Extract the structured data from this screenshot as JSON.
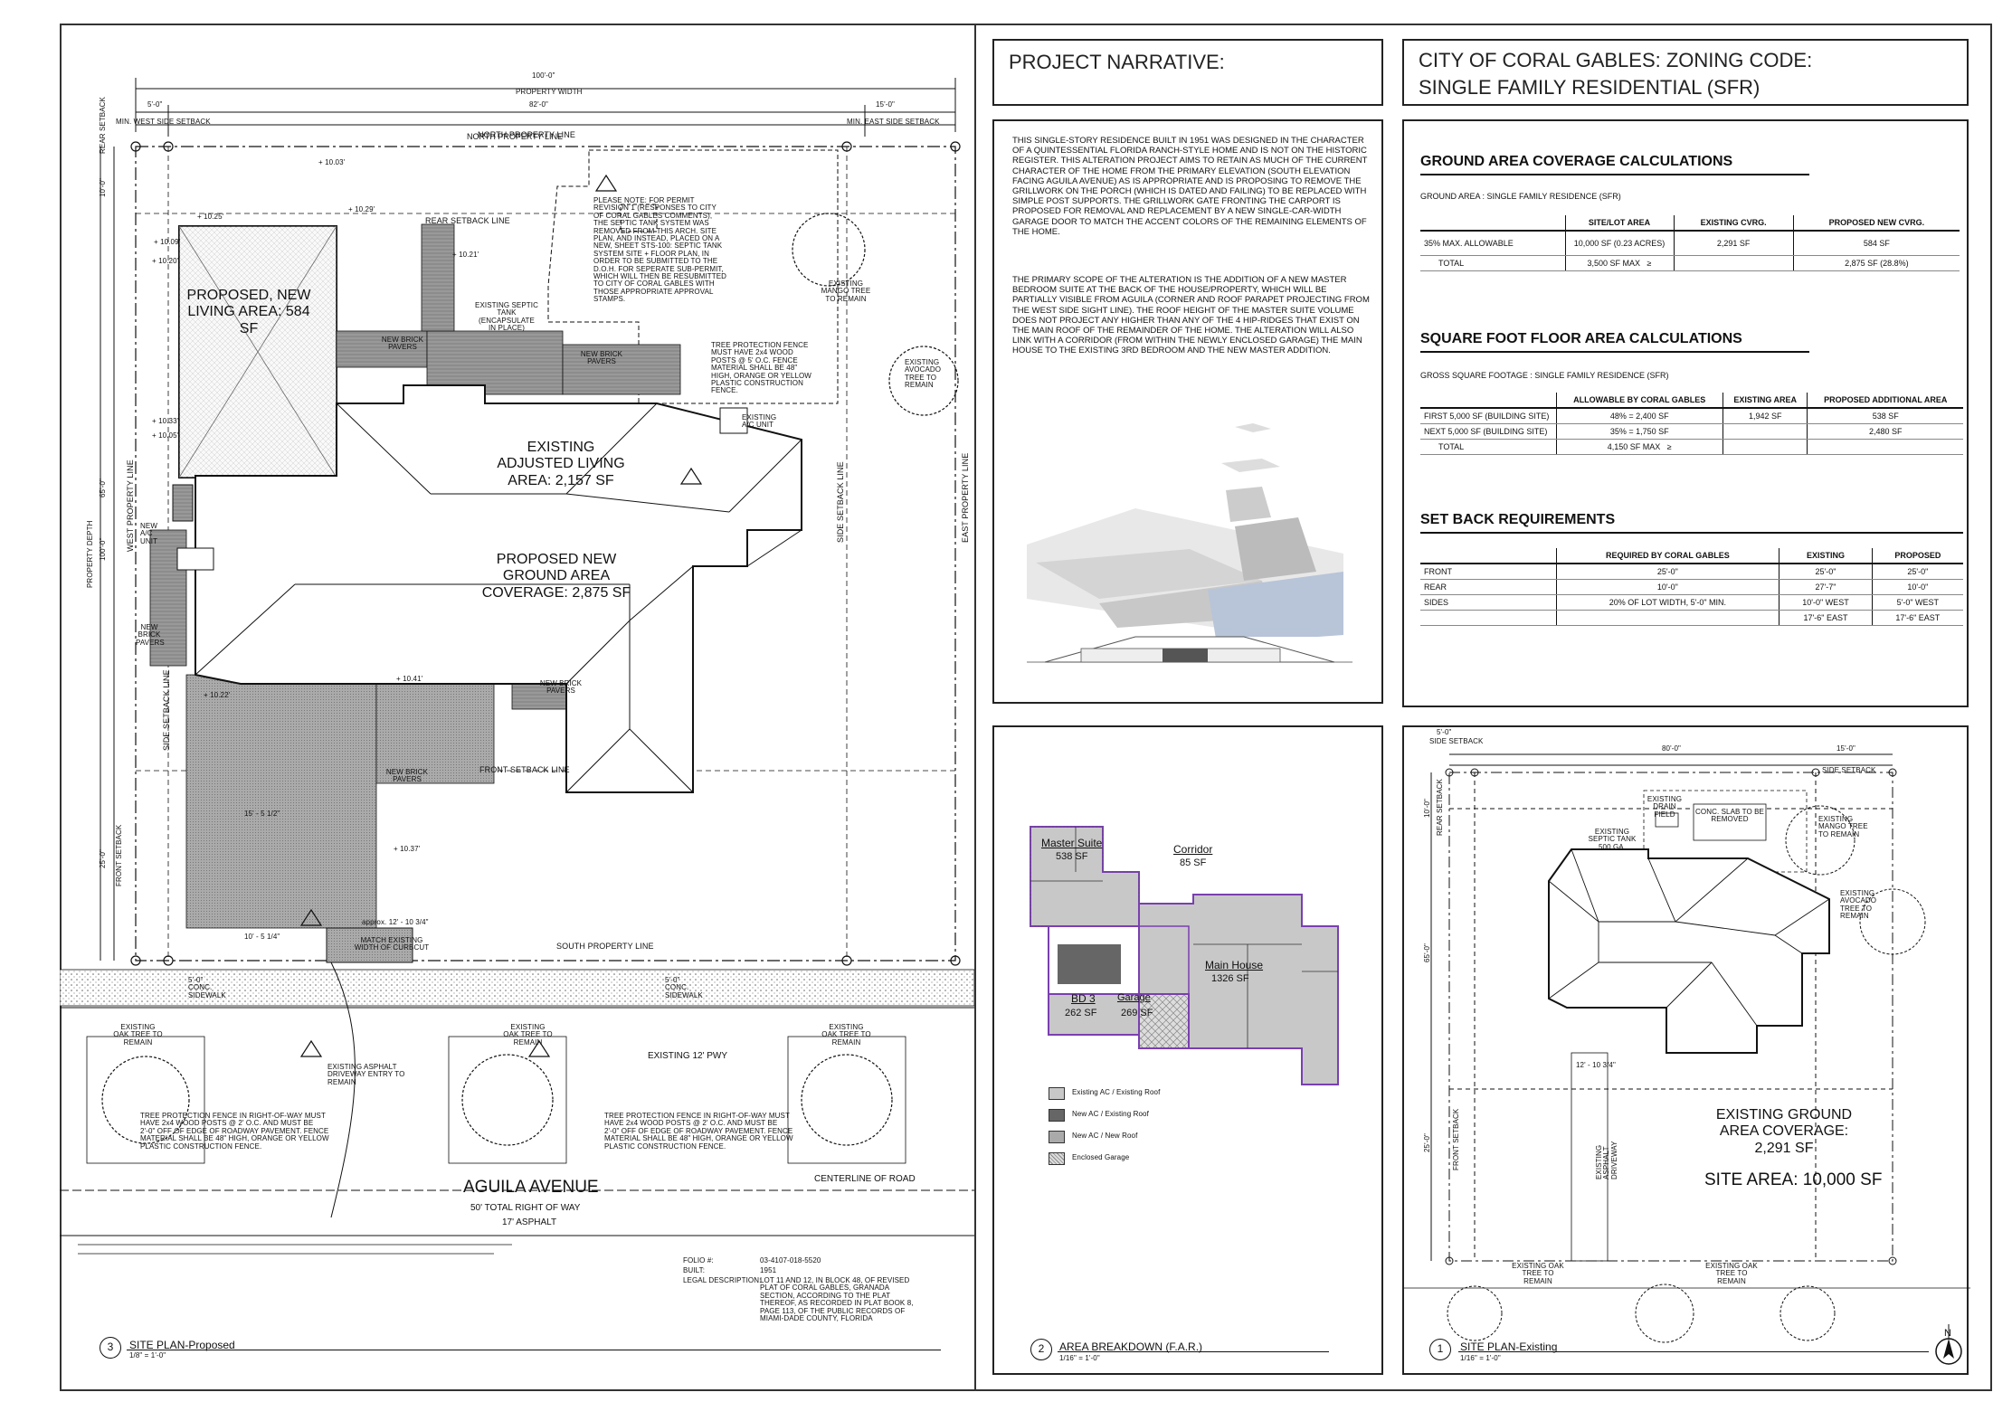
{
  "site_plan_proposed": {
    "title": "SITE PLAN-Proposed",
    "number": "3",
    "scale": "1/8\" = 1'-0\"",
    "labels": {
      "property_width_dim": "100'-0\"",
      "property_width": "PROPERTY WIDTH",
      "dim_left": "5'-0\"",
      "dim_mid": "82'-0\"",
      "dim_right": "15'-0\"",
      "min_west_setback": "MIN. WEST SIDE SETBACK",
      "min_east_setback": "MIN. EAST SIDE SETBACK",
      "north_line": "NORTH PROPERTY LINE",
      "rear_setback_line": "REAR SETBACK LINE",
      "rear_setback": "REAR SETBACK",
      "rear_dim": "10'-0\"",
      "west_line": "WEST PROPERTY LINE",
      "east_line": "EAST PROPERTY LINE",
      "side_setback_line_east": "SIDE SETBACK LINE",
      "side_setback_line_west": "SIDE SETBACK LINE",
      "property_depth": "PROPERTY DEPTH",
      "depth_dim": "100'-0\"",
      "mid_dim": "65'-0\"",
      "front_dim": "25'-0\"",
      "front_setback": "FRONT SETBACK",
      "front_setback_line": "FRONT SETBACK LINE",
      "south_line": "SOUTH PROPERTY LINE",
      "proposed_living": "PROPOSED, NEW LIVING AREA:  584 SF",
      "existing_adjusted": "EXISTING ADJUSTED LIVING AREA:  2,157 SF",
      "proposed_coverage": "PROPOSED NEW GROUND AREA COVERAGE: 2,875 SF",
      "new_brick_pavers": "NEW BRICK PAVERS",
      "new_ac_unit": "NEW A/C UNIT",
      "existing_ac_unit": "EXISTING A/C UNIT",
      "septic": "EXISTING SEPTIC TANK (ENCAPSULATE IN PLACE)",
      "mango": "EXISTING MANGO TREE TO REMAIN",
      "avocado": "EXISTING AVOCADO TREE TO REMAIN",
      "permit_note": "PLEASE NOTE: FOR PERMIT REVISION 1 (RESPONSES TO CITY OF CORAL GABLES COMMENTS), THE SEPTIC TANK SYSTEM WAS REMOVED FROM THIS ARCH. SITE PLAN, AND INSTEAD, PLACED ON A NEW, SHEET STS-100: SEPTIC TANK SYSTEM SITE + FLOOR PLAN, IN ORDER TO BE SUBMITTED TO THE D.O.H. FOR SEPERATE SUB-PERMIT, WHICH WILL THEN BE RESUBMITTED TO CITY OF CORAL GABLES WITH THOSE APPROPRIATE APPROVAL STAMPS.",
      "tree_fence_note": "TREE PROTECTION FENCE MUST HAVE 2x4 WOOD POSTS @ 5' O.C. FENCE MATERIAL SHALL BE 48\" HIGH, ORANGE OR YELLOW PLASTIC CONSTRUCTION FENCE.",
      "match_width": "MATCH EXISTING WIDTH OF CURBCUT",
      "approx_width": "approx. 12' - 10 3/4\"",
      "drive_dim": "10' - 5 1/4\"",
      "drive_width": "15' - 5 1/2\"",
      "sidewalk_left": "5'-0\" CONC. SIDEWALK",
      "sidewalk_mid": "5'-0\" CONC. SIDEWALK",
      "oak_tree": "EXISTING OAK TREE TO REMAIN",
      "asphalt_entry": "EXISTING ASPHALT DRIVEWAY ENTRY TO REMAIN",
      "pwy": "EXISTING 12' PWY",
      "row_fence_note": "TREE PROTECTION FENCE IN RIGHT-OF-WAY MUST HAVE 2x4 WOOD POSTS @ 2' O.C. AND MUST BE 2'-0\" OFF OF EDGE OF ROADWAY PAVEMENT. FENCE MATERIAL SHALL BE 48\" HIGH, ORANGE OR YELLOW PLASTIC CONSTRUCTION FENCE.",
      "centerline": "CENTERLINE OF ROAD",
      "street": "AGUILA AVENUE",
      "row": "50' TOTAL RIGHT OF WAY",
      "asphalt": "17' ASPHALT",
      "elev_1": "+ 10.03'",
      "elev_2": "+ 10.29'",
      "elev_3": "+ 10.25'",
      "elev_4": "+ 10.21'",
      "elev_5": "+ 10.09'",
      "elev_6": "+ 10.20'",
      "elev_7": "+ 10.41'",
      "elev_8": "+ 10.05'",
      "elev_9": "+ 10.33'",
      "elev_10": "+ 10.37'",
      "elev_11": "+ 10.22'"
    },
    "folio": {
      "k1": "FOLIO #:",
      "v1": "03-4107-018-5520",
      "k2": "BUILT:",
      "v2": "1951",
      "k3": "LEGAL DESCRIPTION:",
      "v3": "LOT 11 AND 12, IN BLOCK 48, OF REVISED PLAT OF CORAL GABLES, GRANADA SECTION, ACCORDING TO THE PLAT THEREOF, AS RECORDED IN PLAT BOOK 8, PAGE 113, OF THE PUBLIC RECORDS OF MIAMI-DADE COUNTY, FLORIDA"
    }
  },
  "narrative": {
    "heading": "PROJECT NARRATIVE:",
    "p1": "THIS SINGLE-STORY RESIDENCE BUILT IN 1951 WAS DESIGNED IN THE CHARACTER OF A QUINTESSENTIAL FLORIDA RANCH-STYLE HOME AND IS NOT ON THE HISTORIC REGISTER. THIS ALTERATION PROJECT AIMS TO RETAIN AS MUCH OF THE CURRENT CHARACTER OF THE HOME FROM THE PRIMARY ELEVATION (SOUTH ELEVATION FACING AGUILA AVENUE) AS IS APPROPRIATE AND IS PROPOSING TO REMOVE THE GRILLWORK ON THE PORCH (WHICH IS DATED AND FAILING) TO BE REPLACED WITH SIMPLE POST SUPPORTS. THE GRILLWORK GATE FRONTING THE CARPORT IS PROPOSED FOR REMOVAL AND REPLACEMENT BY A NEW SINGLE-CAR-WIDTH GARAGE DOOR TO MATCH THE ACCENT COLORS OF THE REMAINING ELEMENTS OF THE HOME.",
    "p2": "THE PRIMARY SCOPE OF THE ALTERATION IS THE ADDITION OF A NEW MASTER BEDROOM SUITE AT THE BACK OF THE HOUSE/PROPERTY, WHICH WILL BE PARTIALLY VISIBLE FROM AGUILA (CORNER AND ROOF PARAPET PROJECTING FROM THE WEST SIDE SIGHT LINE). THE ROOF HEIGHT OF THE MASTER SUITE VOLUME DOES NOT PROJECT ANY HIGHER THAN ANY OF THE 4 HIP-RIDGES THAT EXIST ON THE MAIN ROOF OF THE REMAINDER OF THE HOME. THE ALTERATION WILL ALSO LINK WITH A CORRIDOR (FROM WITHIN THE NEWLY ENCLOSED GARAGE) THE MAIN HOUSE TO THE EXISTING 3RD BEDROOM AND THE NEW MASTER ADDITION."
  },
  "zoning": {
    "heading_line1": "CITY OF CORAL GABLES: ZONING CODE:",
    "heading_line2": "SINGLE FAMILY RESIDENTIAL (SFR)",
    "ground": {
      "title": "GROUND AREA COVERAGE CALCULATIONS",
      "subtitle": "GROUND AREA :  SINGLE FAMILY RESIDENCE (SFR)",
      "headers": [
        "",
        "SITE/LOT AREA",
        "EXISTING CVRG.",
        "PROPOSED NEW CVRG."
      ],
      "rows": [
        [
          "35% MAX. ALLOWABLE",
          "10,000 SF (0.23 ACRES)",
          "2,291 SF",
          "584 SF"
        ],
        [
          "TOTAL",
          "3,500 SF MAX",
          "",
          "2,875 SF (28.8%)"
        ]
      ],
      "ge": "≥"
    },
    "floor": {
      "title": "SQUARE FOOT FLOOR AREA CALCULATIONS",
      "subtitle": "GROSS SQUARE FOOTAGE :  SINGLE FAMILY RESIDENCE (SFR)",
      "headers": [
        "",
        "ALLOWABLE BY CORAL GABLES",
        "EXISTING AREA",
        "PROPOSED ADDITIONAL AREA"
      ],
      "rows": [
        [
          "FIRST 5,000 SF (BUILDING SITE)",
          "48% = 2,400 SF",
          "1,942 SF",
          "538 SF"
        ],
        [
          "NEXT 5,000 SF (BUILDING SITE)",
          "35% = 1,750 SF",
          "",
          "2,480 SF"
        ],
        [
          "TOTAL",
          "4,150 SF MAX",
          "",
          ""
        ]
      ],
      "ge": "≥"
    },
    "setback": {
      "title": "SET BACK REQUIREMENTS",
      "headers": [
        "",
        "REQUIRED BY CORAL GABLES",
        "EXISTING",
        "PROPOSED"
      ],
      "rows": [
        [
          "FRONT",
          "25'-0\"",
          "25'-0\"",
          "25'-0\""
        ],
        [
          "REAR",
          "10'-0\"",
          "27'-7\"",
          "10'-0\""
        ],
        [
          "SIDES",
          "20% OF LOT WIDTH, 5'-0\" MIN.",
          "10'-0\" WEST",
          "5'-0\" WEST"
        ],
        [
          "",
          "",
          "17'-6\" EAST",
          "17'-6\" EAST"
        ]
      ]
    }
  },
  "area_breakdown": {
    "title": "AREA BREAKDOWN (F.A.R.)",
    "number": "2",
    "scale": "1/16\" = 1'-0\"",
    "rooms": {
      "master": "Master Suite",
      "master_sf": "538 SF",
      "corridor": "Corridor",
      "corridor_sf": "85 SF",
      "main": "Main House",
      "main_sf": "1326 SF",
      "bd3": "BD 3",
      "bd3_sf": "262 SF",
      "garage": "Garage",
      "garage_sf": "269 SF"
    },
    "legend": [
      "Existing AC / Existing Roof",
      "New AC / Existing Roof",
      "New AC / New Roof",
      "Enclosed Garage"
    ]
  },
  "site_plan_existing": {
    "title": "SITE PLAN-Existing",
    "number": "1",
    "scale": "1/16\" = 1'-0\"",
    "labels": {
      "side_setback_w": "SIDE SETBACK",
      "side_setback_e": "SIDE SETBACK",
      "dim_w": "5'-0\"",
      "dim_mid": "80'-0\"",
      "dim_e": "15'-0\"",
      "rear_setback": "REAR SETBACK",
      "rear_dim": "10'-0\"",
      "mid_dim": "65'-0\"",
      "front_dim": "25'-0\"",
      "front_setback": "FRONT SETBACK",
      "drain_field": "EXISTING DRAIN FIELD",
      "septic": "EXISTING SEPTIC TANK 500 GA.",
      "slab": "CONC. SLAB TO BE REMOVED",
      "mango": "EXISTING MANGO TREE TO REMAIN",
      "avocado": "EXISTING AVOCADO TREE TO REMAIN",
      "drive_dim": "12' - 10 3/4\"",
      "driveway": "EXISTING ASPHALT DRIVEWAY",
      "coverage": "EXISTING GROUND AREA COVERAGE: 2,291 SF",
      "site_area": "SITE AREA: 10,000 SF",
      "oak1": "EXISTING OAK TREE TO REMAIN",
      "oak2": "EXISTING OAK TREE TO REMAIN",
      "north": "N"
    }
  }
}
